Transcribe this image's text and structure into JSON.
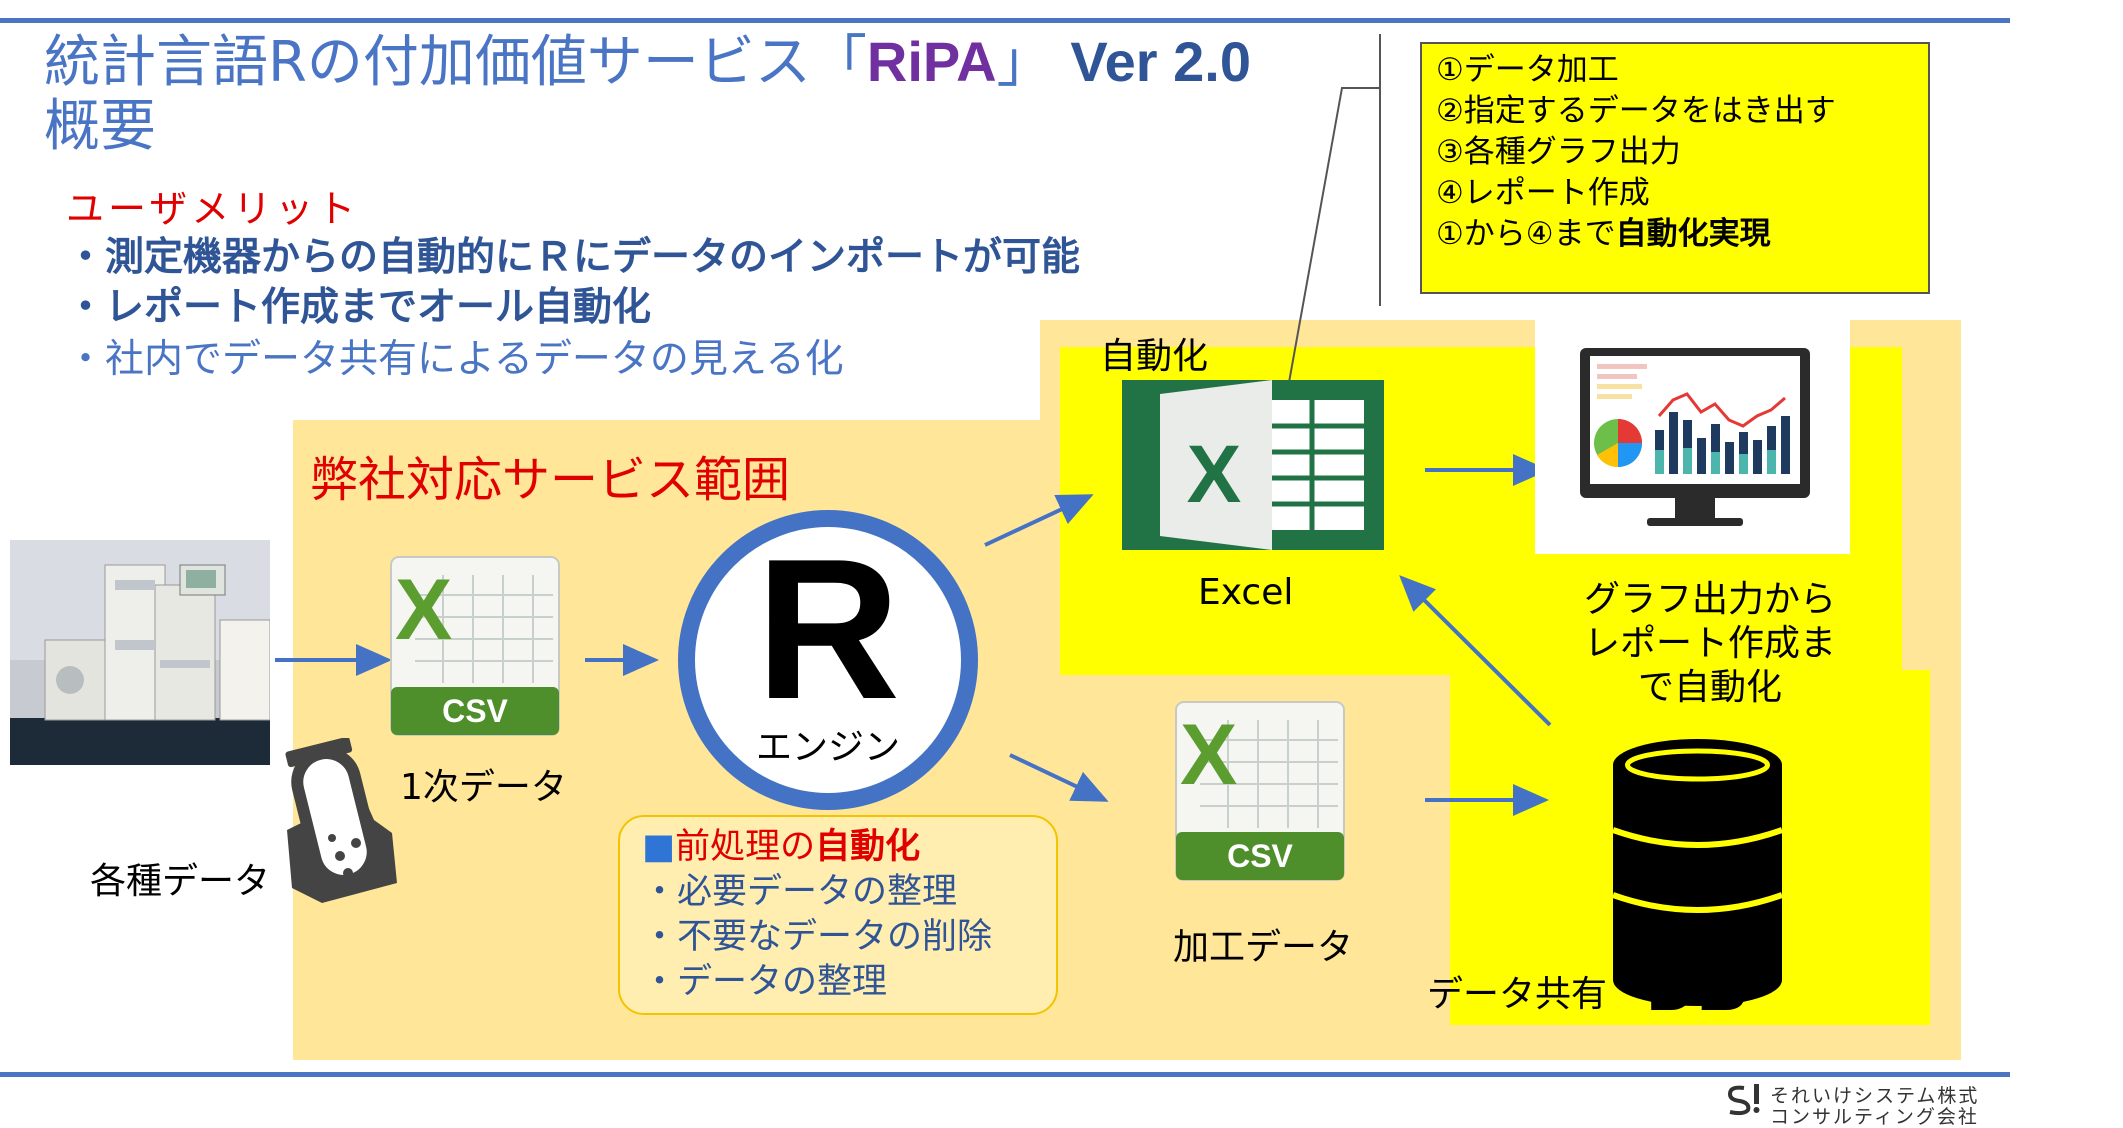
{
  "title": {
    "line1_prefix": "統計言語Rの付加価値サービス「",
    "brand": "RiPA",
    "line1_mid": "」",
    "version": "Ver 2.0",
    "line2": "概要"
  },
  "merits": {
    "heading": "ユーザメリット",
    "items": [
      "・測定機器からの自動的にＲにデータのインポートが可能",
      "・レポート作成までオール自動化",
      "・社内でデータ共有によるデータの見える化"
    ]
  },
  "notes": {
    "items": [
      "①データ加工",
      "②指定するデータをはき出す",
      "③各種グラフ出力",
      "④レポート作成"
    ],
    "last_prefix": "①から④まで",
    "last_bold": "自動化実現"
  },
  "scope_label": "弊社対応サービス範囲",
  "nodes": {
    "source_label": "各種データ",
    "primary_label": "1次データ",
    "csv_text": "CSV",
    "engine_letter": "R",
    "engine_label": "エンジン",
    "auto_label": "自動化",
    "excel_label": "Excel",
    "excel_letter": "X",
    "graph_label_lines": [
      "グラフ出力から",
      "レポート作成ま",
      "で自動化"
    ],
    "processed_label": "加工データ",
    "share_label": "データ共有",
    "db_text": "DB"
  },
  "preprocess": {
    "heading_prefix": "前処理の",
    "heading_bold": "自動化",
    "marker": "■",
    "items": [
      "・必要データの整理",
      "・不要なデータの削除",
      "・データの整理"
    ]
  },
  "footer": {
    "line1": "それいけシステム株式",
    "line2": "コンサルティング会社"
  },
  "colors": {
    "accent_blue": "#4a74c4",
    "brand_purple": "#7030a0",
    "red": "#e00000",
    "yellow": "#ffff00",
    "orange_area": "#ffe699",
    "excel_green": "#217346"
  }
}
